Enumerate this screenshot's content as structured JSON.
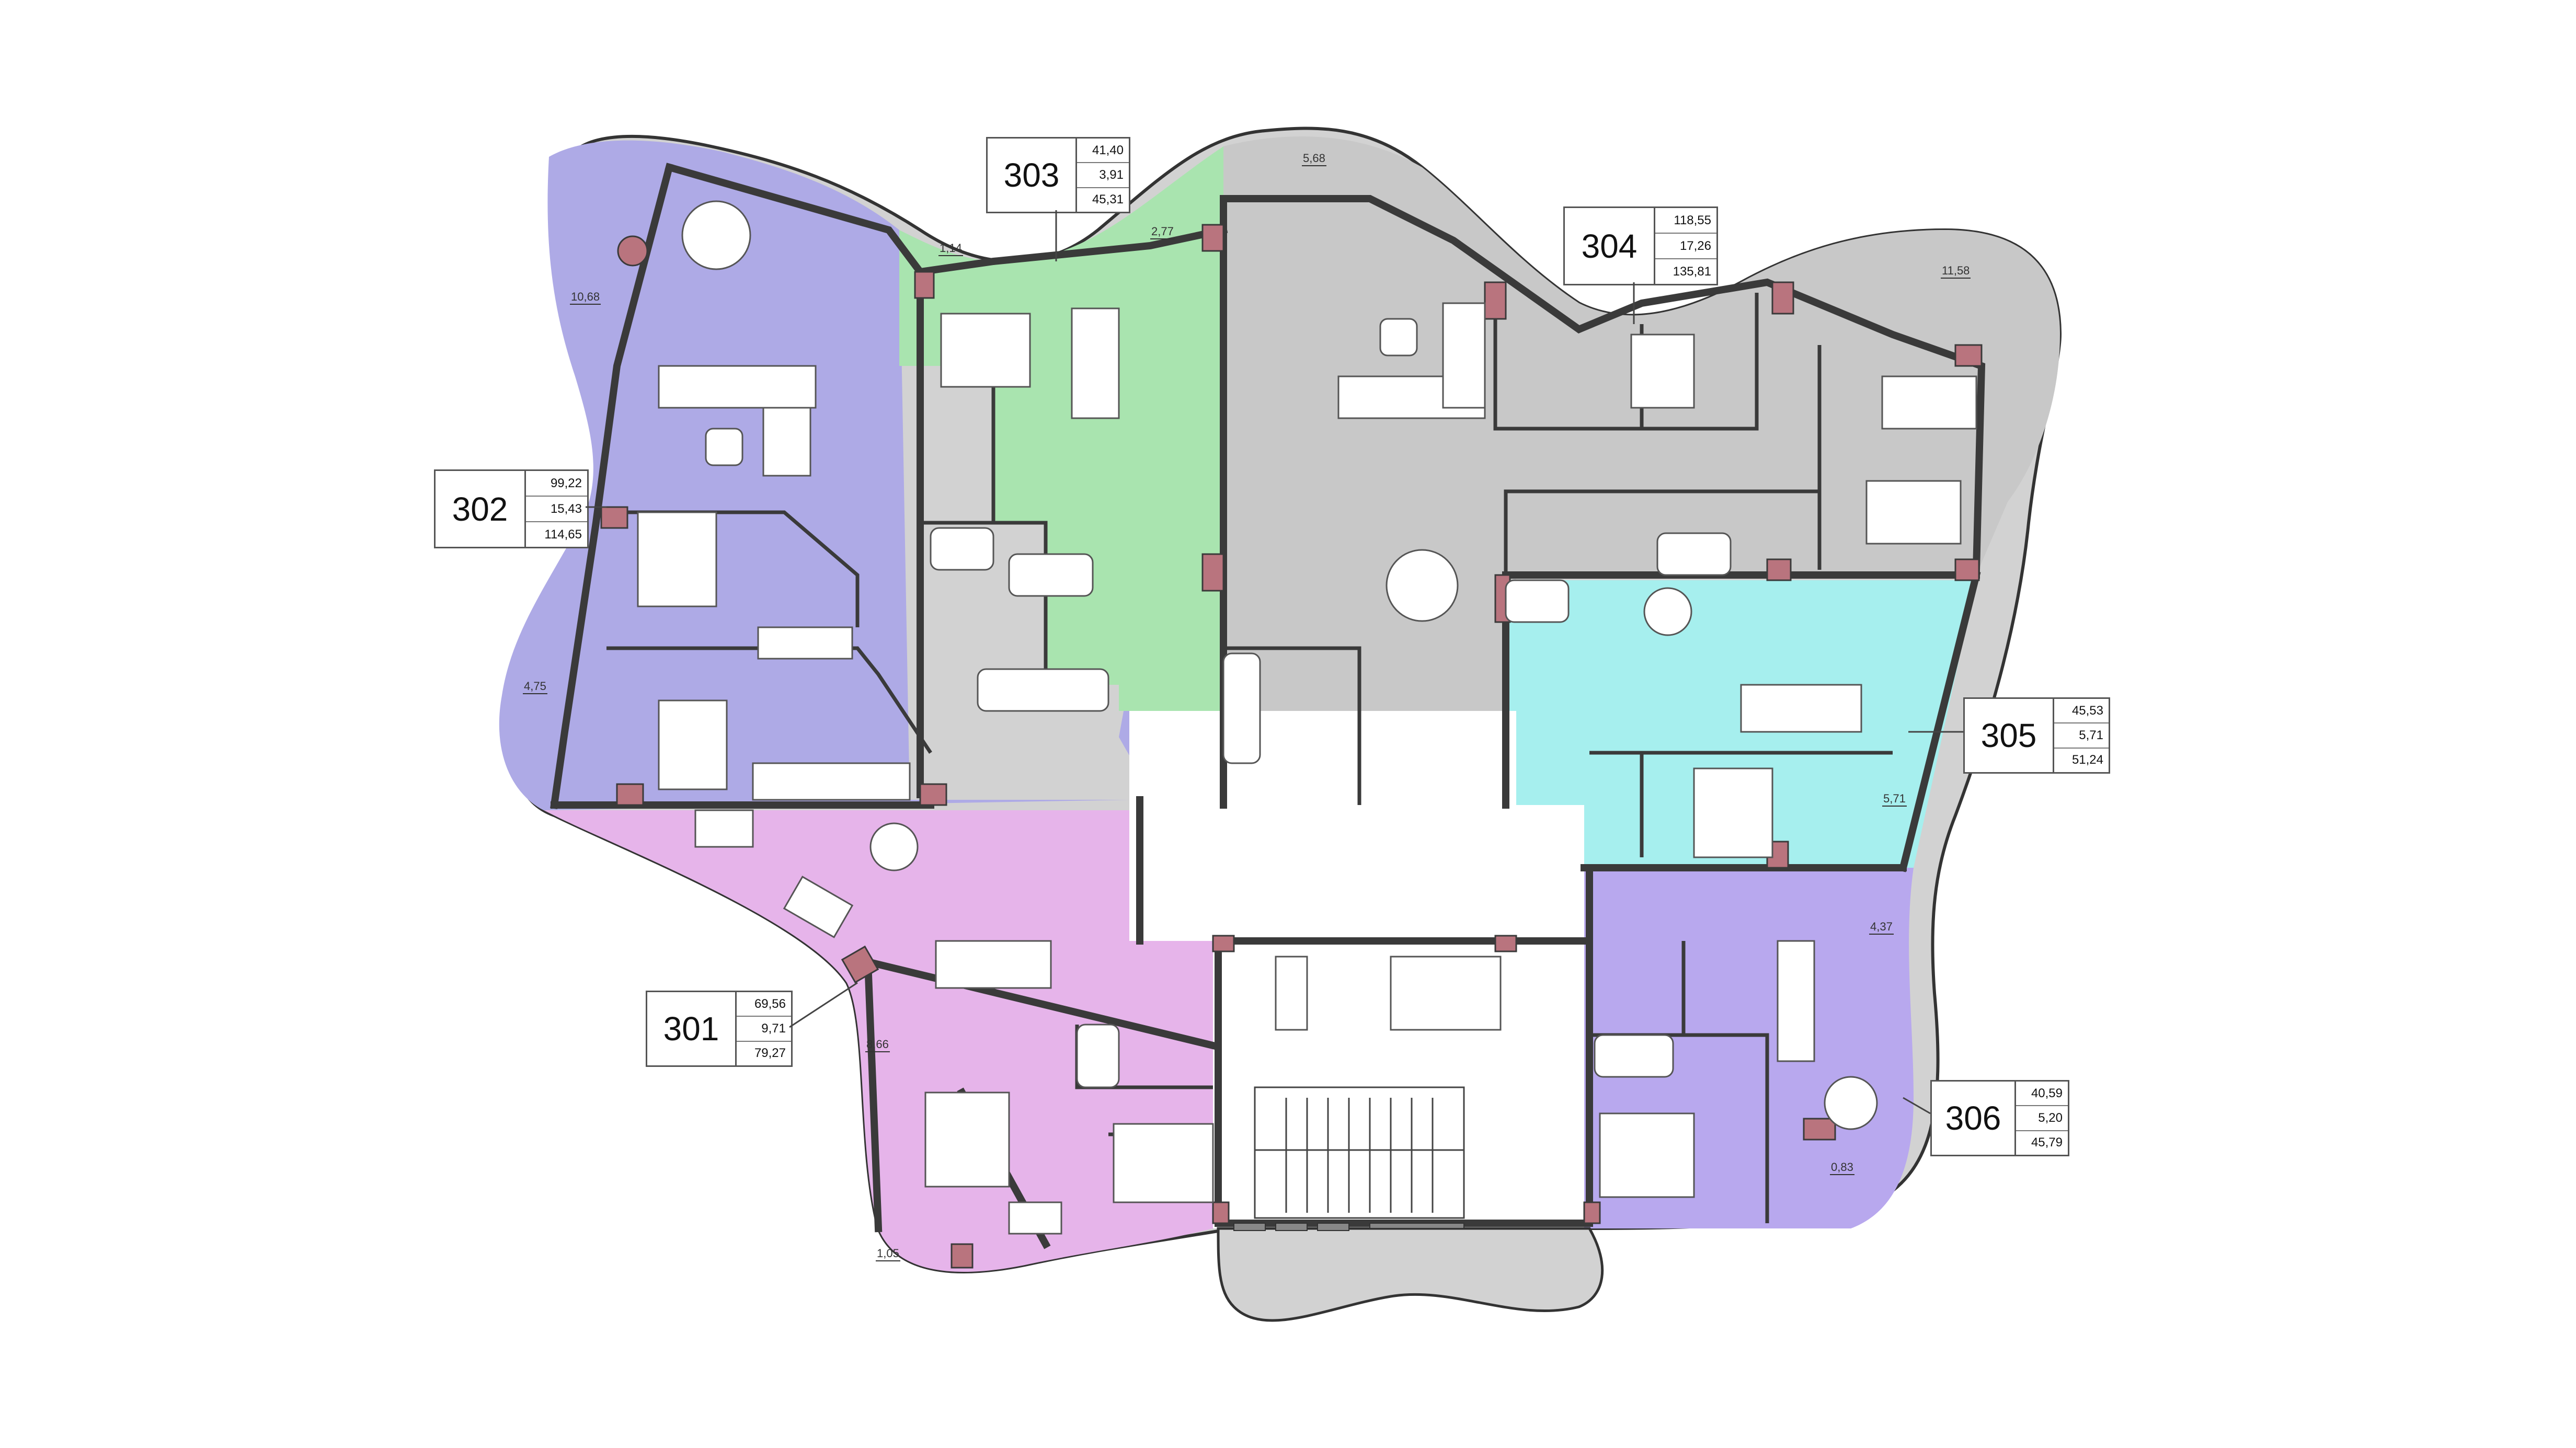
{
  "colors": {
    "unit_301": "#e6b4ea",
    "unit_302": "#aeaae6",
    "unit_303": "#a9e4af",
    "unit_304": "#c8c8c8",
    "unit_305": "#a6efee",
    "unit_306": "#b8a8ee",
    "wall": "#3a3a3a",
    "column": "#b9747e"
  },
  "units": [
    {
      "id": "301",
      "v1": "69,56",
      "v2": "9,71",
      "v3": "79,27"
    },
    {
      "id": "302",
      "v1": "99,22",
      "v2": "15,43",
      "v3": "114,65"
    },
    {
      "id": "303",
      "v1": "41,40",
      "v2": "3,91",
      "v3": "45,31"
    },
    {
      "id": "304",
      "v1": "118,55",
      "v2": "17,26",
      "v3": "135,81"
    },
    {
      "id": "305",
      "v1": "45,53",
      "v2": "5,71",
      "v3": "51,24"
    },
    {
      "id": "306",
      "v1": "40,59",
      "v2": "5,20",
      "v3": "45,79"
    }
  ],
  "balcony_areas": [
    "10,68",
    "4,75",
    "1,14",
    "2,77",
    "5,68",
    "11,58",
    "5,71",
    "4,37",
    "0,83",
    "8,66",
    "1,05"
  ]
}
